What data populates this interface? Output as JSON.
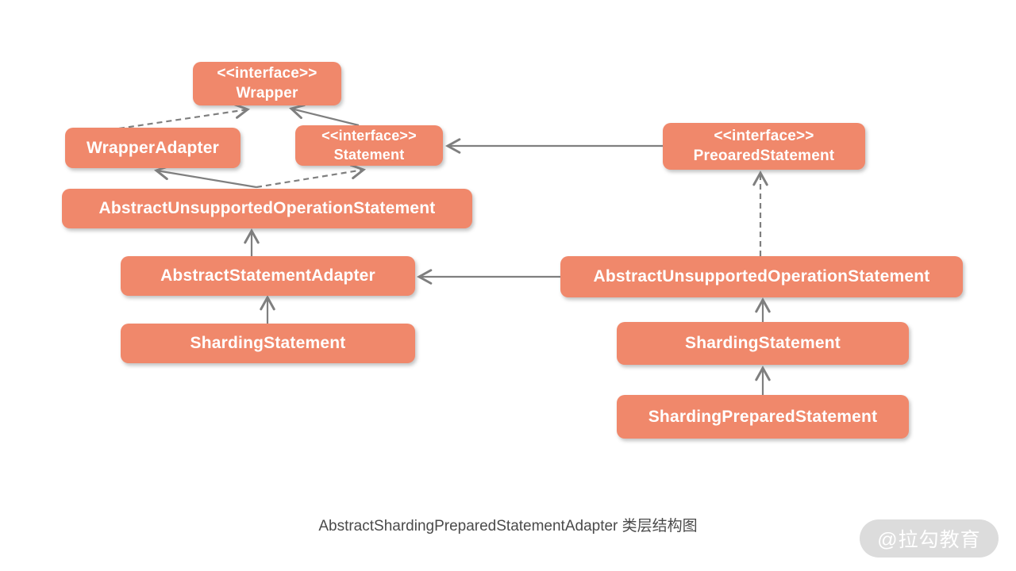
{
  "colors": {
    "node_fill": "#F0886B",
    "node_text": "#FFFFFF",
    "arrow": "#7F7F7F",
    "caption_text": "#4A4A4A",
    "watermark_bg": "#DCDCDC",
    "watermark_text": "#FFFFFF"
  },
  "nodes": {
    "wrapper": {
      "stereotype": "<<interface>>",
      "name": "Wrapper"
    },
    "wrapper_adapter": {
      "name": "WrapperAdapter"
    },
    "statement": {
      "stereotype": "<<interface>>",
      "name": "Statement"
    },
    "preoared_statement": {
      "stereotype": "<<interface>>",
      "name": "PreoaredStatement"
    },
    "abstract_unsupported_left": {
      "name": "AbstractUnsupportedOperationStatement"
    },
    "abstract_statement_adapter": {
      "name": "AbstractStatementAdapter"
    },
    "sharding_statement_left": {
      "name": "ShardingStatement"
    },
    "abstract_unsupported_right": {
      "name": "AbstractUnsupportedOperationStatement"
    },
    "sharding_statement_right": {
      "name": "ShardingStatement"
    },
    "sharding_prepared_statement": {
      "name": "ShardingPreparedStatement"
    }
  },
  "edges": [
    {
      "from": "WrapperAdapter",
      "to": "Wrapper",
      "line": "dashed"
    },
    {
      "from": "Statement",
      "to": "Wrapper",
      "line": "solid"
    },
    {
      "from": "PreoaredStatement",
      "to": "Statement",
      "line": "solid"
    },
    {
      "from": "AbstractUnsupportedOperationStatement(left)",
      "to": "WrapperAdapter",
      "line": "solid"
    },
    {
      "from": "AbstractUnsupportedOperationStatement(left)",
      "to": "Statement",
      "line": "dashed"
    },
    {
      "from": "AbstractStatementAdapter",
      "to": "AbstractUnsupportedOperationStatement(left)",
      "line": "solid"
    },
    {
      "from": "ShardingStatement(left)",
      "to": "AbstractStatementAdapter",
      "line": "solid"
    },
    {
      "from": "AbstractUnsupportedOperationStatement(right)",
      "to": "AbstractStatementAdapter",
      "line": "solid"
    },
    {
      "from": "AbstractUnsupportedOperationStatement(right)",
      "to": "PreoaredStatement",
      "line": "dashed"
    },
    {
      "from": "ShardingStatement(right)",
      "to": "AbstractUnsupportedOperationStatement(right)",
      "line": "solid"
    },
    {
      "from": "ShardingPreparedStatement",
      "to": "ShardingStatement(right)",
      "line": "solid"
    }
  ],
  "caption": "AbstractShardingPreparedStatementAdapter 类层结构图",
  "watermark": "@拉勾教育"
}
